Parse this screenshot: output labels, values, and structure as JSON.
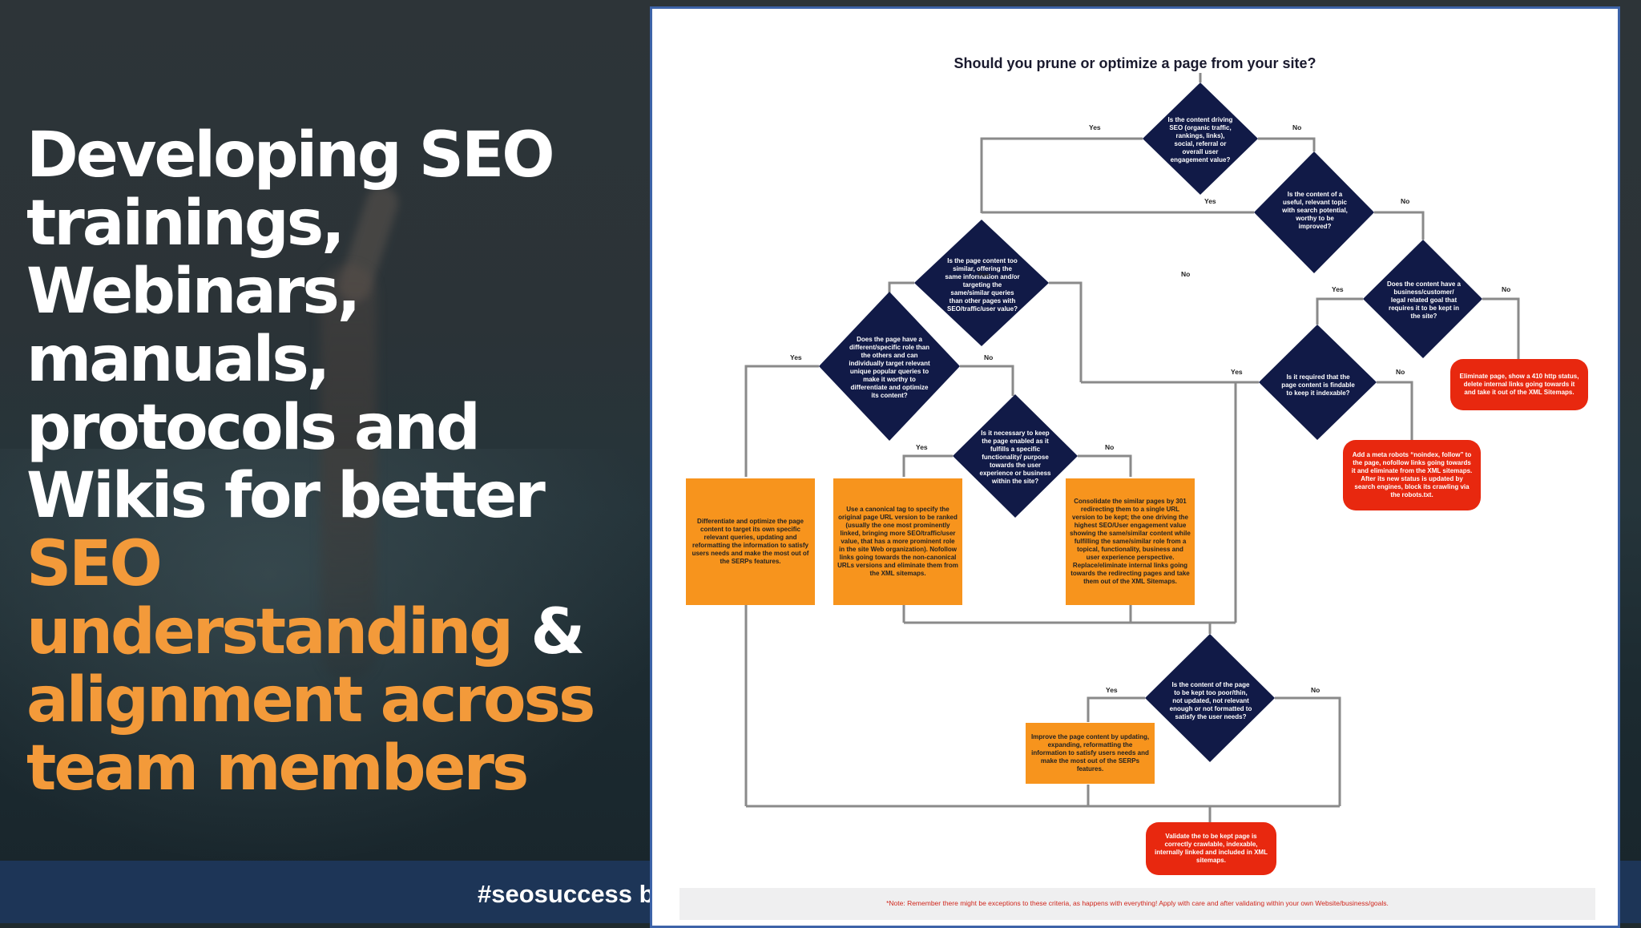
{
  "slide": {
    "headline_white": "Developing SEO trainings, Webinars, manuals, protocols and Wikis for better ",
    "headline_orange_1": "SEO understanding",
    "headline_amp": " & ",
    "headline_orange_2": "alignment across team members",
    "hashtag": "#seosuccess b"
  },
  "colors": {
    "accent_orange": "#f39a3a",
    "diamond_navy": "#111a47",
    "box_orange": "#f7941d",
    "box_red": "#e8280f",
    "footer_navy": "#1d3557",
    "connector_gray": "#8a8a8a"
  },
  "flowchart": {
    "title": "Should you prune or optimize a page from your site?",
    "decisions": {
      "d1": "Is the content driving SEO (organic traffic, rankings, links), social, referral or overall user engagement value?",
      "d2": "Is the content of a useful, relevant topic with search potential, worthy to be improved?",
      "d3": "Is the page content too similar, offering the same information and/or targeting the same/similar queries than other pages with SEO/traffic/user value?",
      "d4": "Does the content have a business/customer/ legal related goal that requires it to be kept in the site?",
      "d5": "Does the page have a different/specific role than the others and can individually target relevant unique popular queries to make it worthy to differentiate and optimize its content?",
      "d6": "Is it necessary to keep the page enabled as it fulfills a specific functionality/ purpose towards the user experience or business within the site?",
      "d7": "Is it required that the page content is findable to keep it indexable?",
      "d8": "Is the content of the page to be kept too poor/thin, not updated, not relevant enough or not formatted to satisfy the user needs?"
    },
    "actions": {
      "a1": "Differentiate and optimize the page content to target its own specific relevant queries, updating and reformatting the information to satisfy users needs and make the most out of the SERPs features.",
      "a2": "Use a canonical tag to specify the original page URL version to be ranked (usually the one most prominently linked, bringing more SEO/traffic/user value, that has a more prominent role in the site Web organization). Nofollow links going towards the non-canonical URLs versions and eliminate them from the XML sitemaps.",
      "a3": "Consolidate the similar pages by 301 redirecting them to a single URL version to be kept; the one driving the highest SEO/User engagement value showing the same/similar content while fulfilling the same/similar role from a topical, functionality, business and user experience perspective. Replace/eliminate internal links going towards the redirecting pages and take them out of the XML Sitemaps.",
      "a4": "Improve the page content by updating, expanding, reformatting the information to satisfy users needs and make the most out of the SERPs features.",
      "r1": "Eliminate page, show a 410 http status, delete internal links going towards it and take it out of the XML Sitemaps.",
      "r2": "Add a meta robots “noindex, follow” to the page, nofollow links going towards it and eliminate from the XML sitemaps. After its new status is updated by search engines, block its crawling via the robots.txt.",
      "r3": "Validate the to be kept page is correctly crawlable, indexable, internally linked and included in XML sitemaps."
    },
    "labels": {
      "yes": "Yes",
      "no": "No"
    },
    "note": "*Note: Remember there might be exceptions to these criteria, as happens with everything! Apply with care and after validating within your own Website/business/goals."
  }
}
